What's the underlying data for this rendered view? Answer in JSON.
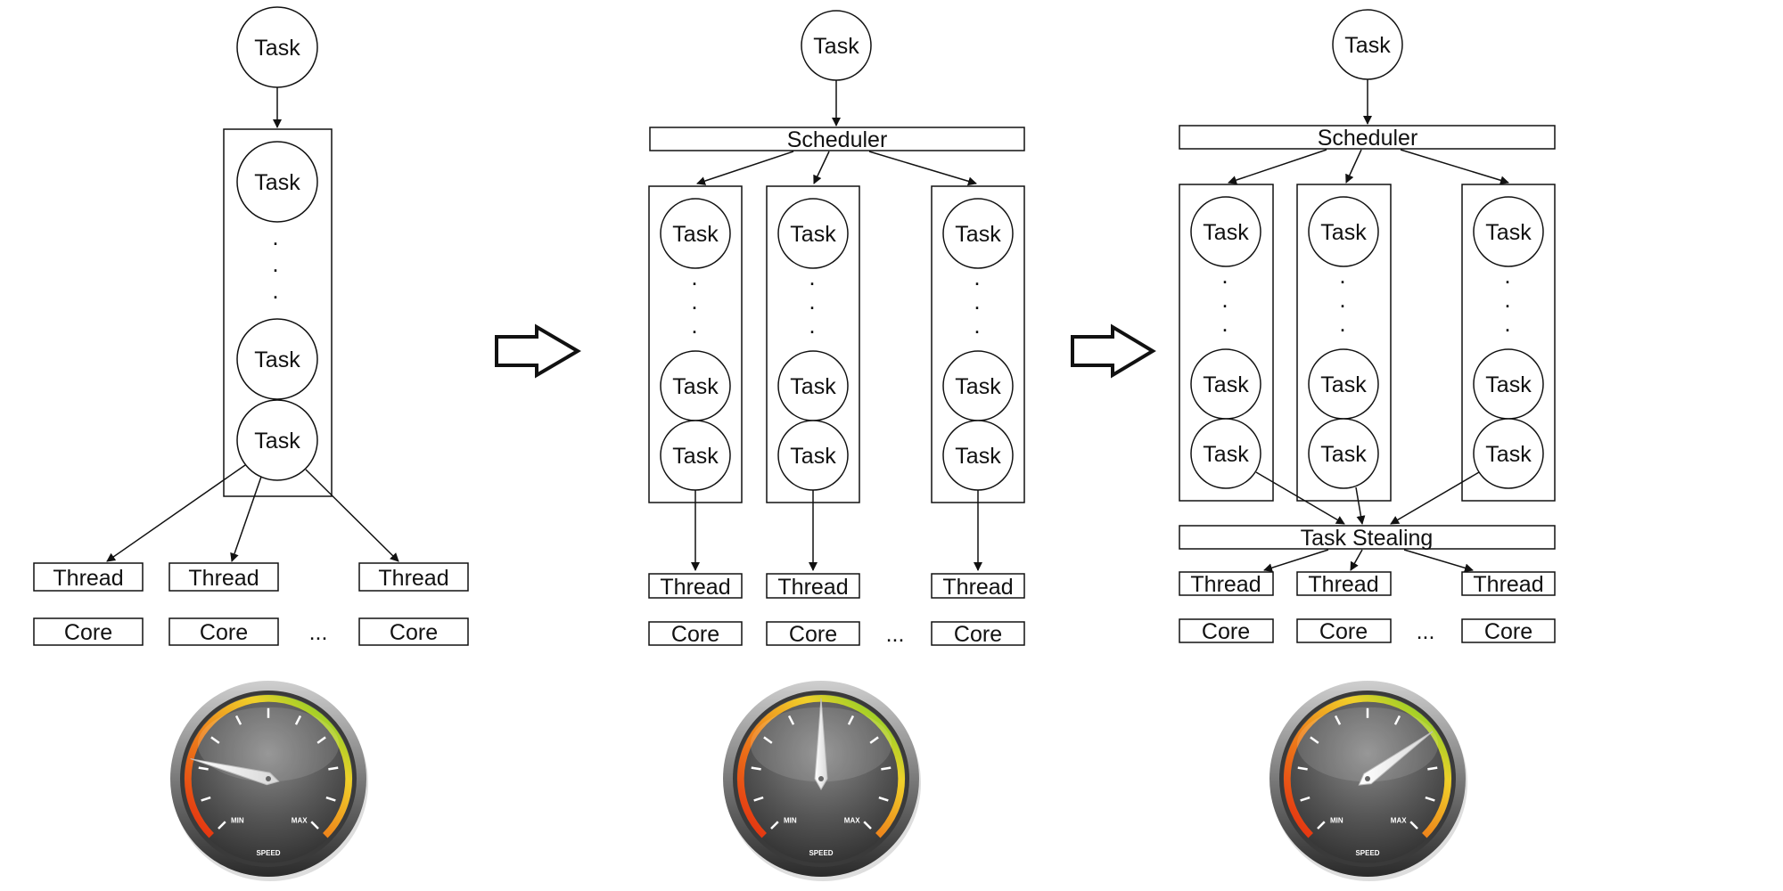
{
  "labels": {
    "task": "Task",
    "scheduler": "Scheduler",
    "thread": "Thread",
    "core": "Core",
    "task_stealing": "Task Stealing",
    "ellipsis": "...",
    "vdot": "."
  },
  "gauge": {
    "min_label": "MIN",
    "max_label": "MAX",
    "speed_label": "SPEED"
  },
  "stages": [
    {
      "gauge_level": 0.22
    },
    {
      "gauge_level": 0.5
    },
    {
      "gauge_level": 0.7
    }
  ]
}
